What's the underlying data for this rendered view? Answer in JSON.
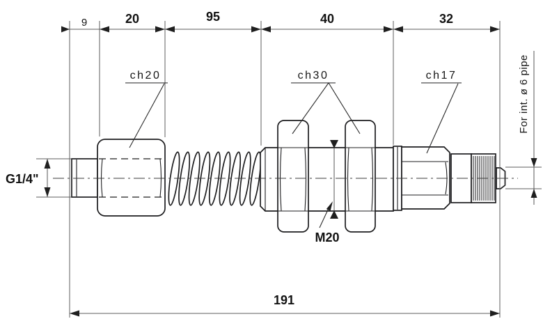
{
  "colors": {
    "background": "#ffffff",
    "outline": "#1d1d1f",
    "dimension_line": "#5c5c5c",
    "text": "#111111"
  },
  "top_dimensions": {
    "seg_9": "9",
    "seg_20": "20",
    "seg_95": "95",
    "seg_40": "40",
    "seg_32": "32"
  },
  "overall_length": "191",
  "port_thread": "G1/4\"",
  "body_thread": "M20",
  "pipe_note": "For int. ø 6 pipe",
  "callouts": {
    "hex_small": "ch20",
    "hex_large": "ch30",
    "hex_cap": "ch17"
  }
}
